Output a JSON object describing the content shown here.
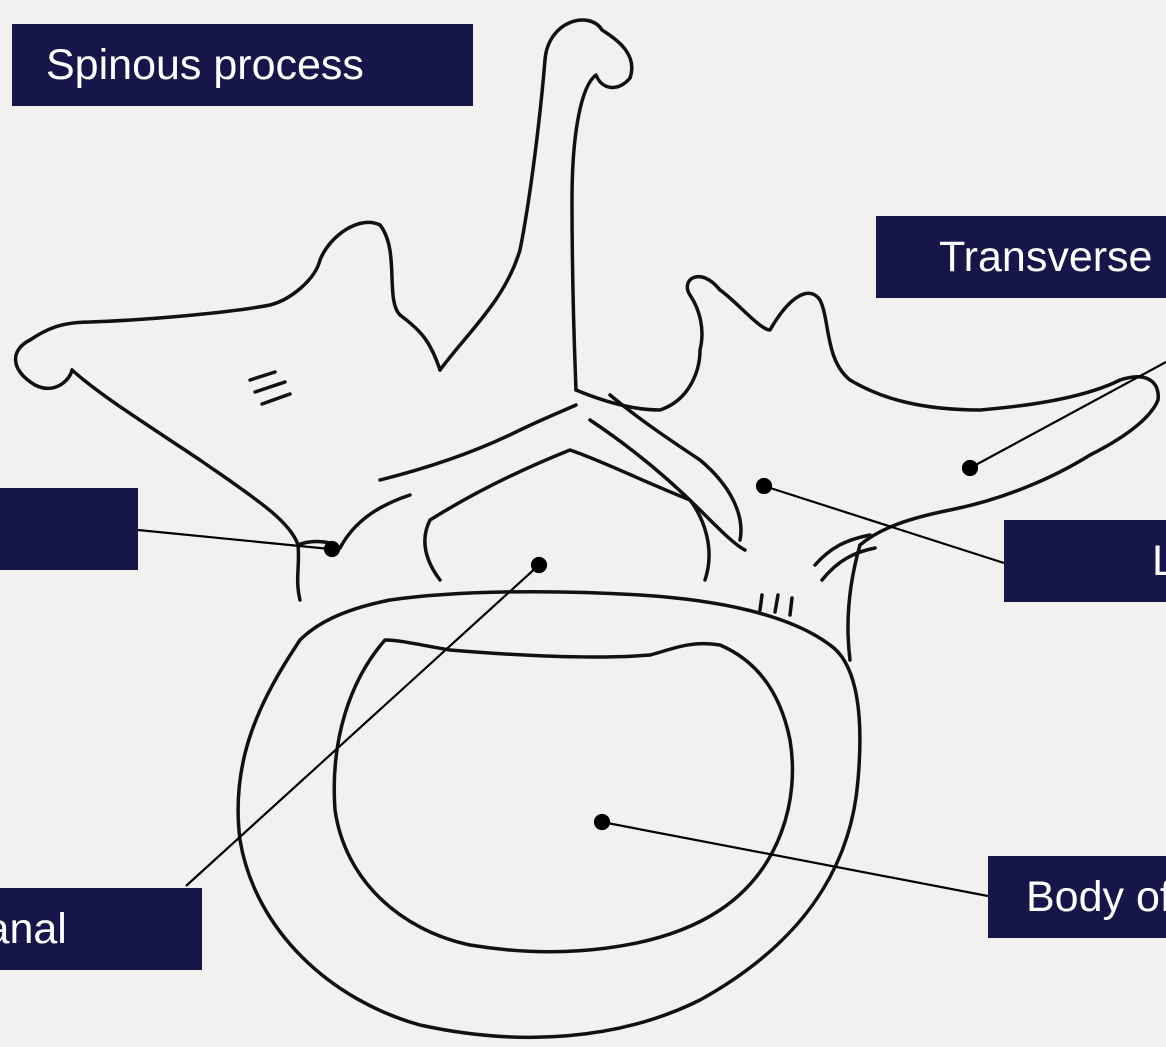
{
  "labels": {
    "spinous": "Spinous process",
    "transverse": "Transverse process",
    "left_box": "",
    "lamina": "Lamina",
    "canal": "Vertebral canal",
    "body": "Body of vertebra"
  },
  "colors": {
    "label_bg": "#16164a",
    "label_text": "#ffffff",
    "paper": "#f2f1ef",
    "ink": "#111111"
  }
}
